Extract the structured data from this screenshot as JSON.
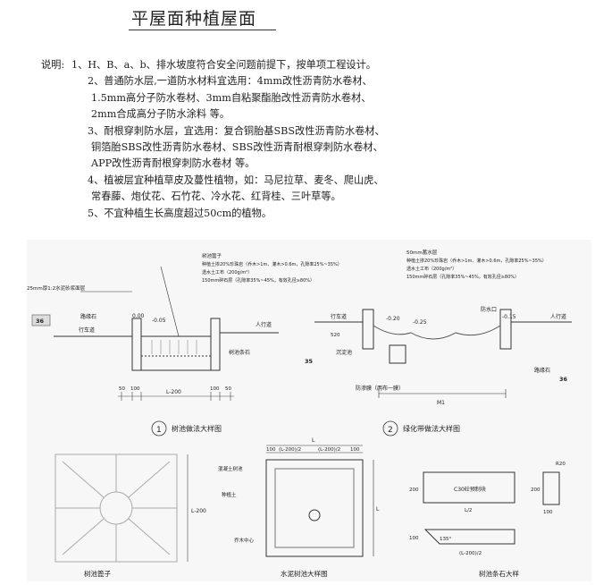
{
  "title": "平屋面种植屋面",
  "notes": {
    "label": "说明:",
    "items": [
      {
        "lines": [
          "1、H、B、a、b、排水坡度符合安全问题前提下，按单项工程设计。"
        ]
      },
      {
        "lines": [
          "2、普通防水层,一道防水材料宜选用：4mm改性沥青防水卷材、",
          "1.5mm高分子防水卷材、3mm自粘聚酯胎改性沥青防水卷材、",
          "2mm合成高分子防水涂料 等。"
        ]
      },
      {
        "lines": [
          "3、耐根穿刺防水层，宜选用：复合铜胎基SBS改性沥青防水卷材、",
          "铜箔胎SBS改性沥青防水卷材、SBS改性沥青耐根穿刺防水卷材、",
          "APP改性沥青耐根穿刺防水卷材 等。"
        ]
      },
      {
        "lines": [
          "4、植被层宜种植草皮及蔓性植物，如：马尼拉草、麦冬、爬山虎、",
          "常春藤、炮仗花、石竹花、冷水花、红背桂、三叶草等。"
        ]
      },
      {
        "lines": [
          "5、不宜种植生长高度超过50cm的植物。"
        ]
      }
    ]
  },
  "drawing": {
    "detail1": {
      "label_top_left": "25mm厚1:2水泥砂浆面层",
      "callout_lines": [
        "树池篦子",
        "种植土掺20%珍珠岩（乔木>1m、灌木>0.6m，孔隙率25%~35%）",
        "透水土工布（200g/m²）",
        "150mm碎石层（孔隙率35%~45%，有效孔径≥80%）"
      ],
      "cat_stone": "路缘石",
      "roadway": "行车道",
      "sidewalk": "人行道",
      "tree_curb": "树池条石",
      "level_a": "0.00",
      "level_b": "-0.05",
      "marker_a": "36",
      "marker_b": "35",
      "dims": [
        "50",
        "100",
        "L-200",
        "100",
        "50"
      ],
      "caption_no": "1",
      "caption": "树池做法大样图"
    },
    "detail2": {
      "callout_lines": [
        "50mm蓄水层",
        "种植土掺20%珍珠岩（乔木>1m、灌木>0.6m，孔隙率25%~35%）",
        "透水土工布（200g/m²）",
        "150mm碎石层（孔隙率35%~45%，有效孔径≥80%）"
      ],
      "roadway": "行车道",
      "sidewalk": "人行道",
      "overflow": "防水口",
      "settling": "沉淀池",
      "seepage": "防渗膜（两布一膜）",
      "curb": "路缘石",
      "levels": [
        "-0.20",
        "-0.25",
        "-0.15"
      ],
      "height": "520",
      "dim": "M1",
      "marker": "36",
      "caption_no": "2",
      "caption": "绿化带做法大样图"
    },
    "grate": {
      "caption": "树池篦子",
      "dim": "L-200"
    },
    "pit": {
      "caption": "水泥树池大样图",
      "dim_top": "L",
      "dims_row": [
        "100",
        "(L-200)/2",
        "(L-200)/2",
        "100"
      ],
      "dim_side": "L",
      "labels": [
        "混凝土树池",
        "种植土",
        "乔木中心"
      ]
    },
    "stone": {
      "caption": "树池条石大样",
      "block_label": "C30砼预制块",
      "dims": [
        "200",
        "L/2",
        "200",
        "100",
        "R20",
        "100",
        "(L-200)/2",
        "135°"
      ]
    }
  }
}
